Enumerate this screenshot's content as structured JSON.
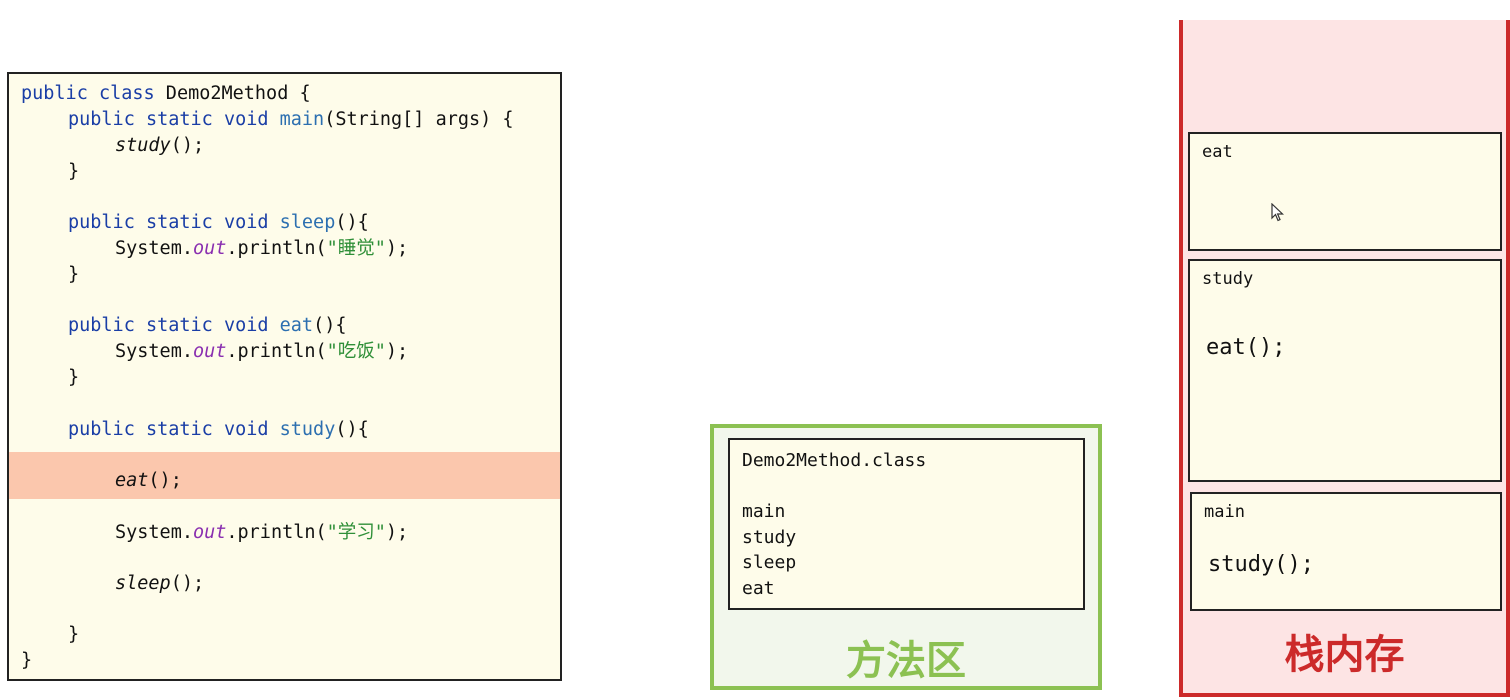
{
  "code": {
    "line1": [
      "public",
      " ",
      "class",
      " Demo2Method {"
    ],
    "line2": [
      "public",
      " ",
      "static",
      " ",
      "void",
      " ",
      "main",
      "(String[] args) {"
    ],
    "line3": [
      "study",
      "();"
    ],
    "line4": "}",
    "line5": [
      "public",
      " ",
      "static",
      " ",
      "void",
      " ",
      "sleep",
      "(){"
    ],
    "line6": [
      "System.",
      "out",
      ".println(",
      "\"睡觉\"",
      ");"
    ],
    "line7": "}",
    "line8": [
      "public",
      " ",
      "static",
      " ",
      "void",
      " ",
      "eat",
      "(){"
    ],
    "line9": [
      "System.",
      "out",
      ".println(",
      "\"吃饭\"",
      ");"
    ],
    "line10": "}",
    "line11": [
      "public",
      " ",
      "static",
      " ",
      "void",
      " ",
      "study",
      "(){"
    ],
    "line12": [
      "eat",
      "();"
    ],
    "line13": [
      "System.",
      "out",
      ".println(",
      "\"学习\"",
      ");"
    ],
    "line14": [
      "sleep",
      "();"
    ],
    "line15": "}",
    "line16": "}"
  },
  "method_area": {
    "class_name": "Demo2Method.class",
    "methods": [
      "main",
      "study",
      "sleep",
      "eat"
    ],
    "label": "方法区"
  },
  "stack": {
    "label": "栈内存",
    "frames": [
      {
        "title": "eat",
        "call": ""
      },
      {
        "title": "study",
        "call": "eat();"
      },
      {
        "title": "main",
        "call": "study();"
      }
    ]
  },
  "colors": {
    "method_area_border": "#8cc152",
    "stack_border": "#cc2a2a",
    "highlight": "#fbc7ad",
    "code_bg": "#fefcea"
  }
}
